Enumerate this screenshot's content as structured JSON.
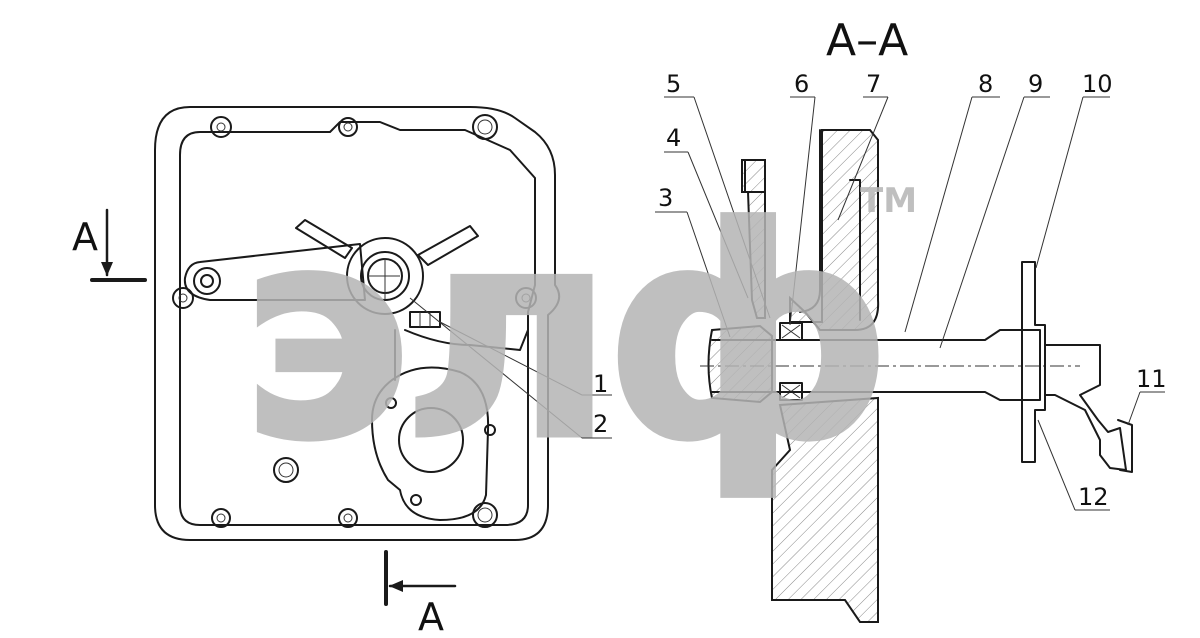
{
  "section_title": "A–A",
  "section_mark_left": "A",
  "section_mark_bottom": "A",
  "watermark": {
    "text": "элф",
    "trademark": "TM"
  },
  "callouts": [
    "1",
    "2",
    "3",
    "4",
    "5",
    "6",
    "7",
    "8",
    "9",
    "10",
    "11",
    "12"
  ],
  "colors": {
    "line": "#1a1a1a",
    "watermark": "#b5b5b5",
    "background": "#ffffff"
  }
}
